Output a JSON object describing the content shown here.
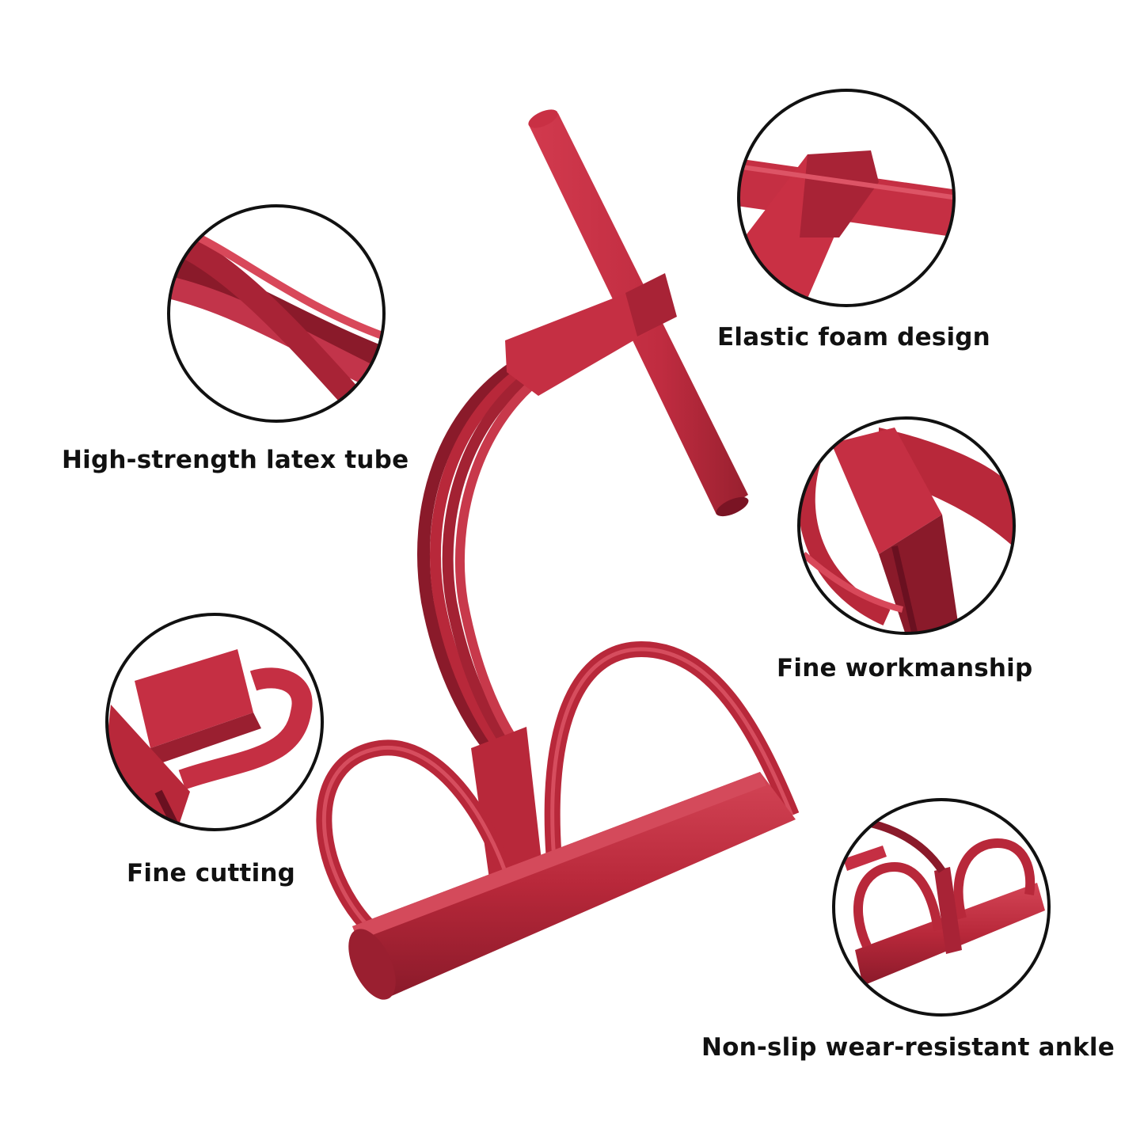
{
  "features": {
    "tube_label": "High-strength latex tube",
    "foam_label": "Elastic foam design",
    "workmanship_label": "Fine workmanship",
    "cutting_label": "Fine cutting",
    "ankle_label": "Non-slip wear-resistant ankle"
  },
  "colors": {
    "product": "#b8283a",
    "product_dark": "#7d1424",
    "product_light": "#d8485a",
    "outline": "#111111",
    "background": "#ffffff"
  }
}
